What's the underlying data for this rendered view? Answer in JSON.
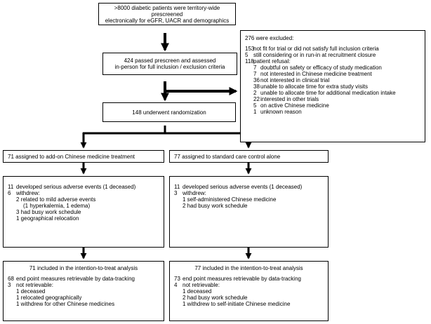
{
  "prescreen": {
    "line1": ">8000 diabetic patients were territory-wide prescreened",
    "line2": "electronically for eGFR, UACR and demographics"
  },
  "assessed": {
    "line1": "424 passed prescreen and assessed",
    "line2": "in-person for full inclusion / exclusion criteria"
  },
  "randomized": "148 underwent randomization",
  "excluded": {
    "title": "276 were excluded:",
    "items": [
      {
        "n": "153",
        "text": "not fit for trial or did not satisfy full inclusion criteria"
      },
      {
        "n": "5",
        "text": "still considering or in run-in at recruitment closure"
      },
      {
        "n": "118",
        "text": "patient refusal:"
      }
    ],
    "refusal": [
      {
        "n": "7",
        "text": "doubtful on safety or efficacy of study medication"
      },
      {
        "n": "7",
        "text": "not interested in Chinese medicine treatment"
      },
      {
        "n": "36",
        "text": "not interested in clinical trial"
      },
      {
        "n": "38",
        "text": "unable to allocate time for extra study visits"
      },
      {
        "n": "2",
        "text": "unable to allocate time for additional medication intake"
      },
      {
        "n": "22",
        "text": "interested in other trials"
      },
      {
        "n": "5",
        "text": "on active Chinese medicine"
      },
      {
        "n": "1",
        "text": "unknown reason"
      }
    ]
  },
  "left": {
    "assigned": "71 assigned to add-on Chinese medicine treatment",
    "events": {
      "l1n": "11",
      "l1": "developed serious adverse events (1 deceased)",
      "l2n": "6",
      "l2": "withdrew:",
      "s1": "2 related to mild adverse events",
      "s1b": "(1 hyperkalemia, 1 edema)",
      "s2": "3 had busy work schedule",
      "s3": "1 geographical relocation"
    },
    "itt": {
      "title": "71 included in the intention-to-treat analysis",
      "l1n": "68",
      "l1": "end point measures retrievable by data-tracking",
      "l2n": "3",
      "l2": "not retrievable:",
      "s1": "1 deceased",
      "s2": "1 relocated geographically",
      "s3": "1 withdrew for other Chinese medicines"
    }
  },
  "right": {
    "assigned": "77 assigned to standard care control alone",
    "events": {
      "l1n": "11",
      "l1": "developed serious adverse events (1 deceased)",
      "l2n": "3",
      "l2": "withdrew:",
      "s1": "1 self-administered Chinese medicine",
      "s2": "2 had busy work schedule"
    },
    "itt": {
      "title": "77 included in the intention-to-treat analysis",
      "l1n": "73",
      "l1": "end point measures retrievable by data-tracking",
      "l2n": "4",
      "l2": "not retrievable:",
      "s1": "1 deceased",
      "s2": "2 had busy work schedule",
      "s3": "1 withdrew to self-initiate Chinese medicine"
    }
  }
}
